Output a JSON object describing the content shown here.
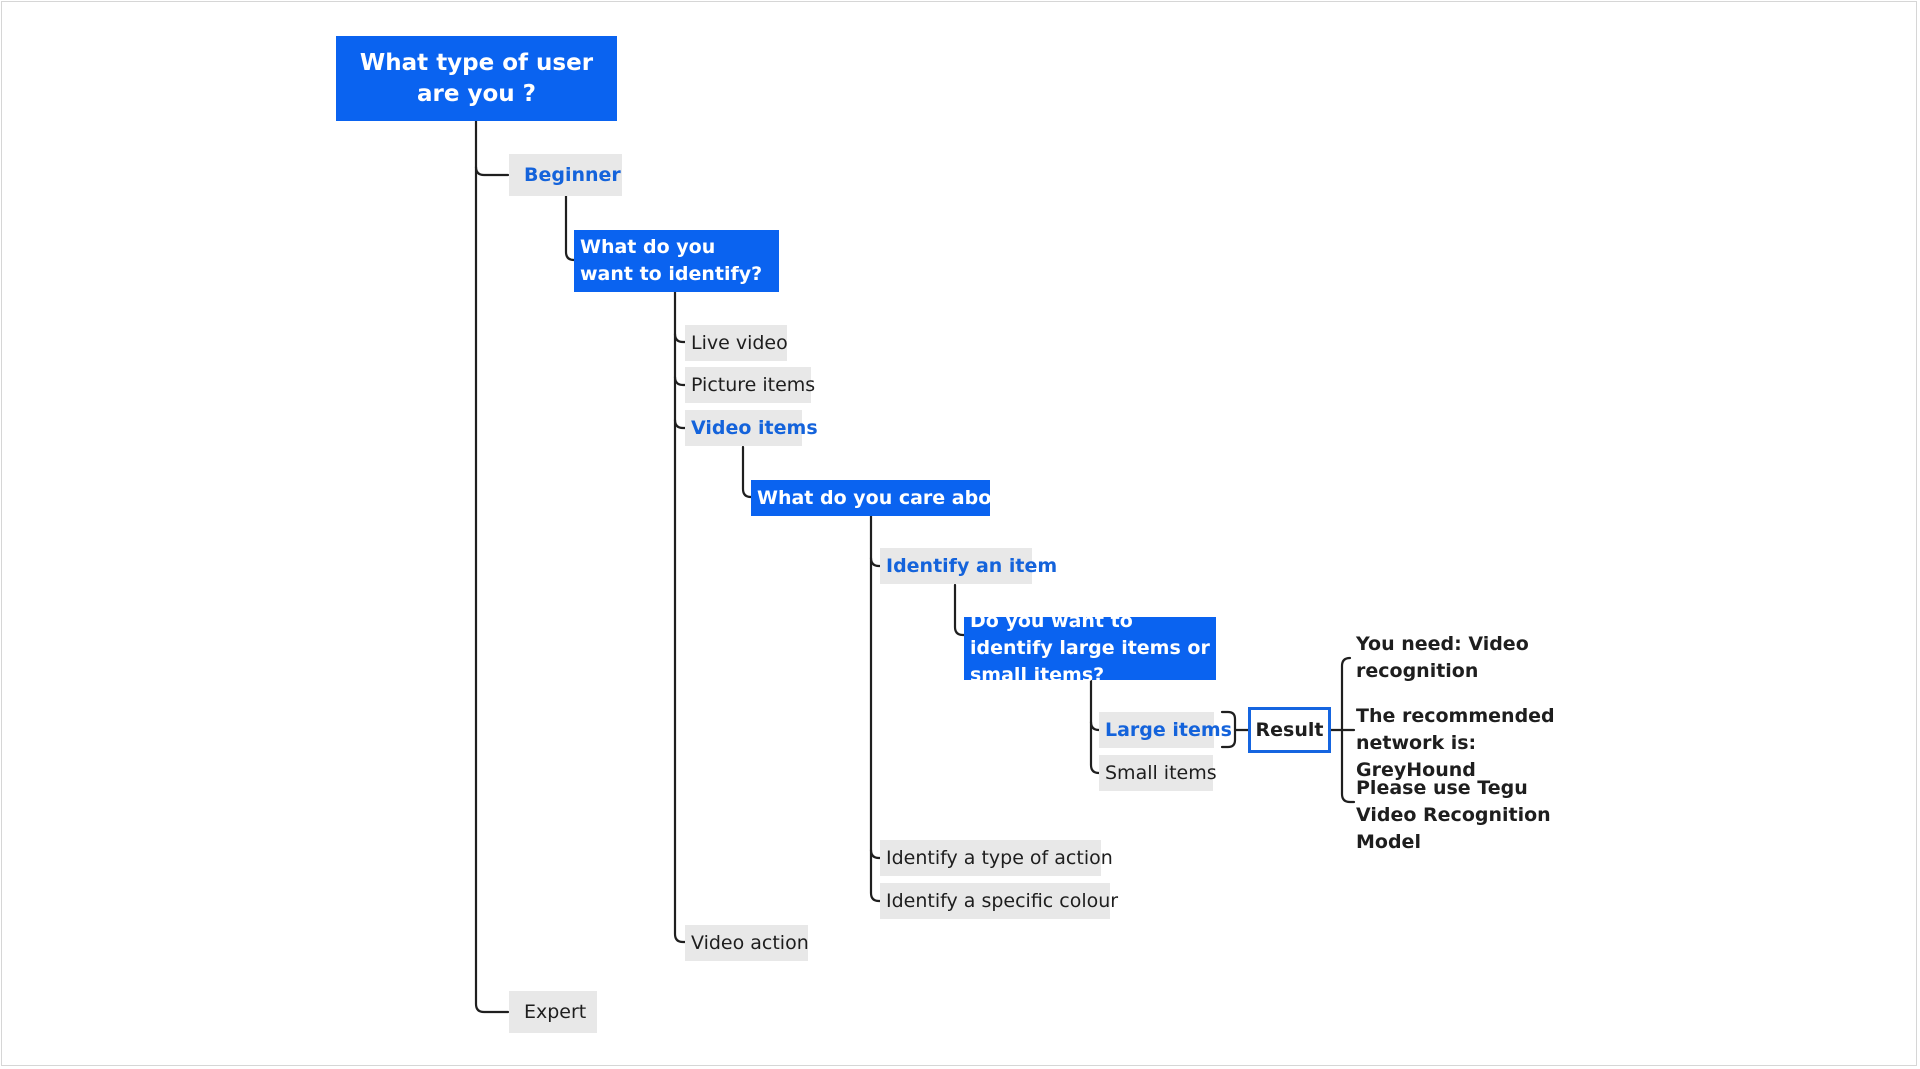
{
  "diagram": {
    "root_question": "What type of user are you ?",
    "beginner": "Beginner",
    "expert": "Expert",
    "q_identify": "What do you want to identify?",
    "live_video": "Live video",
    "picture_items": "Picture items",
    "video_items": "Video items",
    "video_action": "Video action",
    "q_care": "What do you care about?",
    "identify_item": "Identify an item",
    "identify_action": "Identify a type of action",
    "identify_colour": "Identify a specific colour",
    "q_size": "Do you want to identify large items or small items?",
    "large_items": "Large items",
    "small_items": "Small items",
    "result": "Result",
    "results": [
      "You need: Video recognition",
      "The recommended network is: GreyHound",
      "Please use Tegu Video Recognition Model"
    ]
  },
  "colors": {
    "question_fill": "#0a63f0",
    "option_fill": "#e8e8e8",
    "selected_text": "#1463db",
    "connector": "#1f1f1f"
  }
}
